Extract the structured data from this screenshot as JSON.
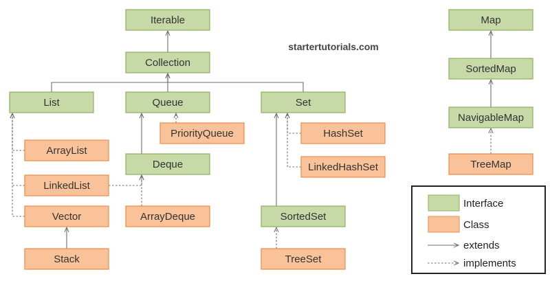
{
  "watermark": "startertutorials.com",
  "colors": {
    "interface_fill": "#c6d9a6",
    "interface_stroke": "#8db061",
    "class_fill": "#f9c299",
    "class_stroke": "#ec8a48",
    "edge": "#6b6b6b"
  },
  "nodes": [
    {
      "id": "iterable",
      "label": "Iterable",
      "kind": "interface"
    },
    {
      "id": "collection",
      "label": "Collection",
      "kind": "interface"
    },
    {
      "id": "list",
      "label": "List",
      "kind": "interface"
    },
    {
      "id": "queue",
      "label": "Queue",
      "kind": "interface"
    },
    {
      "id": "set",
      "label": "Set",
      "kind": "interface"
    },
    {
      "id": "priorityqueue",
      "label": "PriorityQueue",
      "kind": "class"
    },
    {
      "id": "hashset",
      "label": "HashSet",
      "kind": "class"
    },
    {
      "id": "arraylist",
      "label": "ArrayList",
      "kind": "class"
    },
    {
      "id": "deque",
      "label": "Deque",
      "kind": "interface"
    },
    {
      "id": "linkedhashset",
      "label": "LinkedHashSet",
      "kind": "class"
    },
    {
      "id": "linkedlist",
      "label": "LinkedList",
      "kind": "class"
    },
    {
      "id": "vector",
      "label": "Vector",
      "kind": "class"
    },
    {
      "id": "arraydeque",
      "label": "ArrayDeque",
      "kind": "class"
    },
    {
      "id": "sortedset",
      "label": "SortedSet",
      "kind": "interface"
    },
    {
      "id": "stack",
      "label": "Stack",
      "kind": "class"
    },
    {
      "id": "treeset",
      "label": "TreeSet",
      "kind": "class"
    },
    {
      "id": "map",
      "label": "Map",
      "kind": "interface"
    },
    {
      "id": "sortedmap",
      "label": "SortedMap",
      "kind": "interface"
    },
    {
      "id": "navigablemap",
      "label": "NavigableMap",
      "kind": "interface"
    },
    {
      "id": "treemap",
      "label": "TreeMap",
      "kind": "class"
    }
  ],
  "edges": [
    {
      "from": "collection",
      "to": "iterable",
      "type": "extends"
    },
    {
      "from": "list",
      "to": "collection",
      "type": "extends"
    },
    {
      "from": "queue",
      "to": "collection",
      "type": "extends"
    },
    {
      "from": "set",
      "to": "collection",
      "type": "extends"
    },
    {
      "from": "priorityqueue",
      "to": "queue",
      "type": "implements"
    },
    {
      "from": "deque",
      "to": "queue",
      "type": "extends"
    },
    {
      "from": "arraydeque",
      "to": "deque",
      "type": "implements"
    },
    {
      "from": "linkedlist",
      "to": "deque",
      "type": "implements"
    },
    {
      "from": "arraylist",
      "to": "list",
      "type": "implements"
    },
    {
      "from": "linkedlist",
      "to": "list",
      "type": "implements"
    },
    {
      "from": "vector",
      "to": "list",
      "type": "implements"
    },
    {
      "from": "stack",
      "to": "vector",
      "type": "extends"
    },
    {
      "from": "hashset",
      "to": "set",
      "type": "implements"
    },
    {
      "from": "linkedhashset",
      "to": "set",
      "type": "implements"
    },
    {
      "from": "sortedset",
      "to": "set",
      "type": "extends"
    },
    {
      "from": "treeset",
      "to": "sortedset",
      "type": "implements"
    },
    {
      "from": "sortedmap",
      "to": "map",
      "type": "extends"
    },
    {
      "from": "navigablemap",
      "to": "sortedmap",
      "type": "extends"
    },
    {
      "from": "treemap",
      "to": "navigablemap",
      "type": "implements"
    }
  ],
  "legend": {
    "interface": "Interface",
    "class": "Class",
    "extends": "extends",
    "implements": "implements"
  }
}
